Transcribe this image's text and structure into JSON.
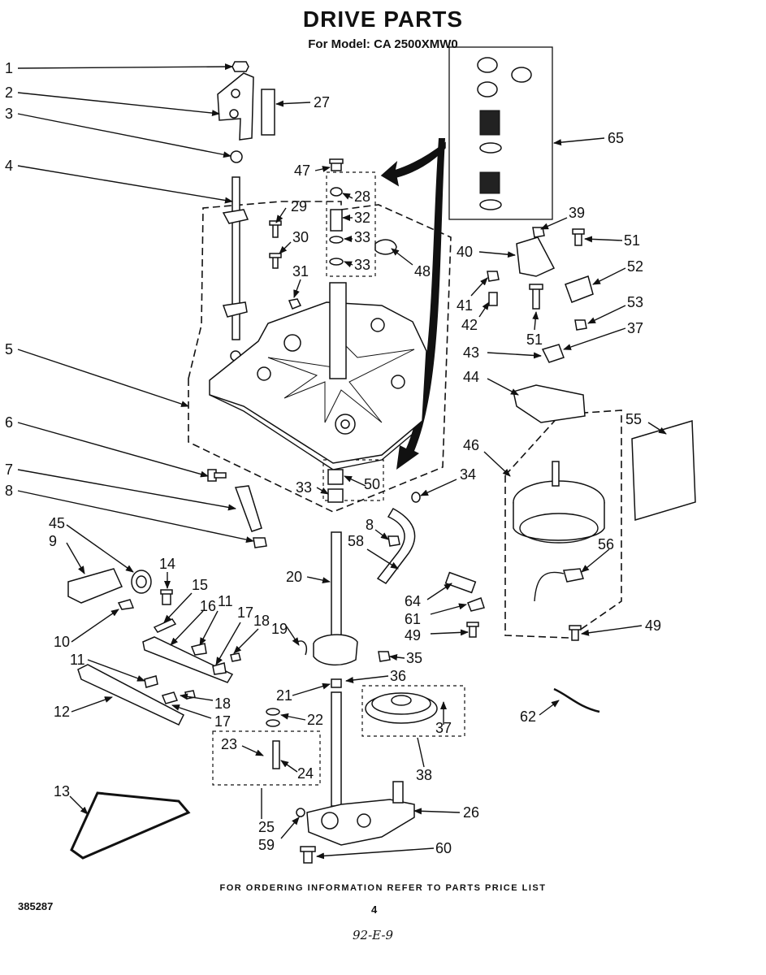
{
  "header": {
    "title": "DRIVE PARTS",
    "subtitle": "For Model: CA 2500XMW0"
  },
  "footer": {
    "note": "FOR ORDERING INFORMATION REFER TO PARTS PRICE LIST",
    "doc_number": "385287",
    "page_number": "4",
    "handwritten": "92-E-9"
  },
  "callouts": [
    "1",
    "2",
    "3",
    "4",
    "5",
    "6",
    "7",
    "8",
    "45",
    "9",
    "10",
    "11",
    "12",
    "13",
    "14",
    "15",
    "16",
    "11",
    "17",
    "18",
    "19",
    "20",
    "21",
    "22",
    "23",
    "24",
    "25",
    "59",
    "26",
    "60",
    "27",
    "47",
    "28",
    "29",
    "32",
    "30",
    "33",
    "33",
    "31",
    "48",
    "33",
    "50",
    "34",
    "8",
    "58",
    "35",
    "36",
    "37",
    "38",
    "65",
    "39",
    "40",
    "51",
    "52",
    "41",
    "42",
    "51",
    "53",
    "37",
    "43",
    "44",
    "55",
    "46",
    "56",
    "64",
    "61",
    "49",
    "49",
    "62",
    "17",
    "18"
  ]
}
